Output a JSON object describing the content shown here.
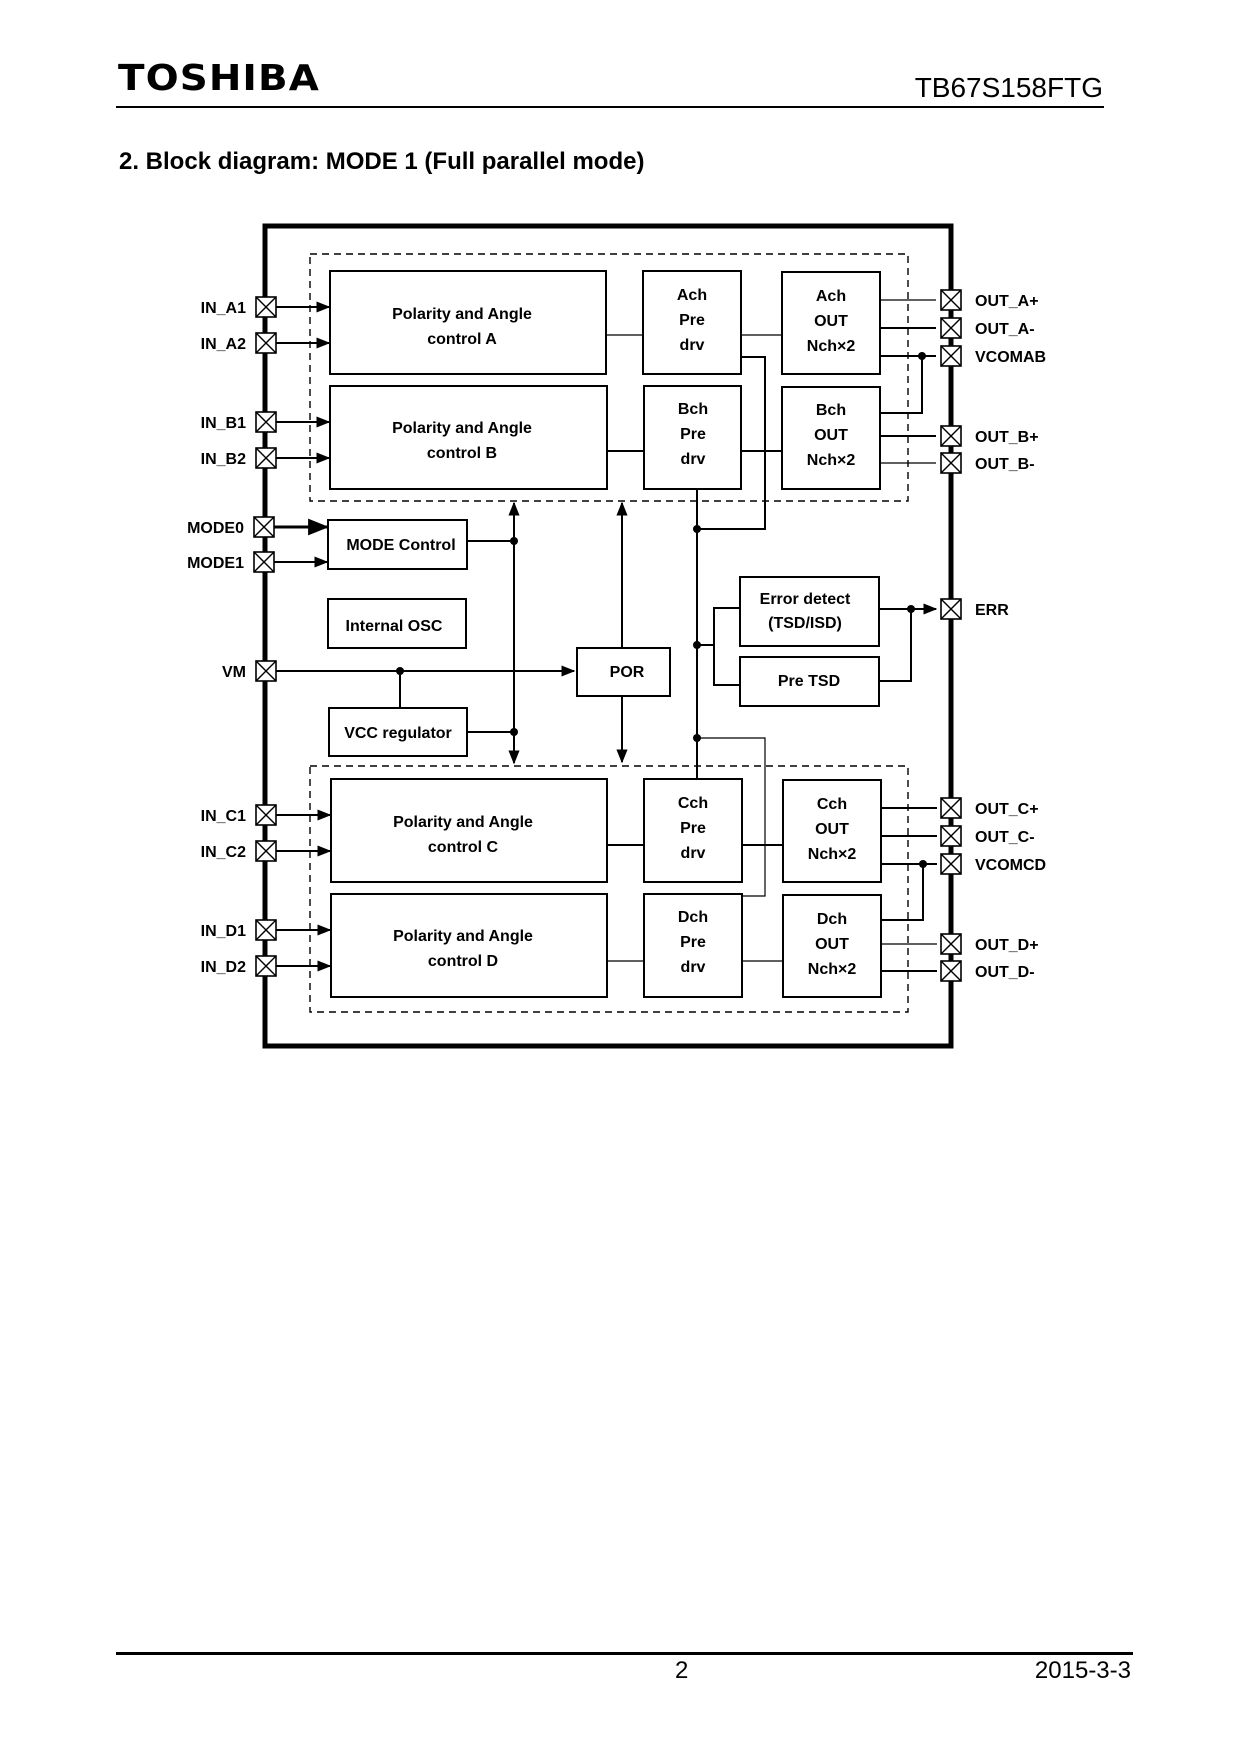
{
  "header": {
    "logo": "TOSHIBA",
    "doc_number": "TB67S158FTG"
  },
  "section": {
    "title": "2. Block diagram: MODE 1 (Full parallel mode)"
  },
  "diagram": {
    "left_pins": [
      {
        "label": "IN_A1"
      },
      {
        "label": "IN_A2"
      },
      {
        "label": "IN_B1"
      },
      {
        "label": "IN_B2"
      },
      {
        "label": "MODE0"
      },
      {
        "label": "MODE1"
      },
      {
        "label": "VM"
      },
      {
        "label": "IN_C1"
      },
      {
        "label": "IN_C2"
      },
      {
        "label": "IN_D1"
      },
      {
        "label": "IN_D2"
      }
    ],
    "right_pins": [
      {
        "label": "OUT_A+"
      },
      {
        "label": "OUT_A-"
      },
      {
        "label": "VCOMAB"
      },
      {
        "label": "OUT_B+"
      },
      {
        "label": "OUT_B-"
      },
      {
        "label": "ERR"
      },
      {
        "label": "OUT_C+"
      },
      {
        "label": "OUT_C-"
      },
      {
        "label": "VCOMCD"
      },
      {
        "label": "OUT_D+"
      },
      {
        "label": "OUT_D-"
      }
    ],
    "polarity_blocks": [
      {
        "line1": "Polarity and Angle",
        "line2": "control A"
      },
      {
        "line1": "Polarity and Angle",
        "line2": "control B"
      },
      {
        "line1": "Polarity and Angle",
        "line2": "control C"
      },
      {
        "line1": "Polarity and Angle",
        "line2": "control D"
      }
    ],
    "predrv_blocks": [
      {
        "line1": "Ach",
        "line2": "Pre",
        "line3": "drv"
      },
      {
        "line1": "Bch",
        "line2": "Pre",
        "line3": "drv"
      },
      {
        "line1": "Cch",
        "line2": "Pre",
        "line3": "drv"
      },
      {
        "line1": "Dch",
        "line2": "Pre",
        "line3": "drv"
      }
    ],
    "out_blocks": [
      {
        "line1": "Ach",
        "line2": "OUT",
        "line3": "Nch×2"
      },
      {
        "line1": "Bch",
        "line2": "OUT",
        "line3": "Nch×2"
      },
      {
        "line1": "Cch",
        "line2": "OUT",
        "line3": "Nch×2"
      },
      {
        "line1": "Dch",
        "line2": "OUT",
        "line3": "Nch×2"
      }
    ],
    "mode_control": "MODE Control",
    "internal_osc": "Internal OSC",
    "vcc_regulator": "VCC regulator",
    "por": "POR",
    "error_detect": {
      "line1": "Error detect",
      "line2": "(TSD/ISD)"
    },
    "pre_tsd": "Pre TSD"
  },
  "footer": {
    "page_number": "2",
    "date": "2015-3-3"
  }
}
